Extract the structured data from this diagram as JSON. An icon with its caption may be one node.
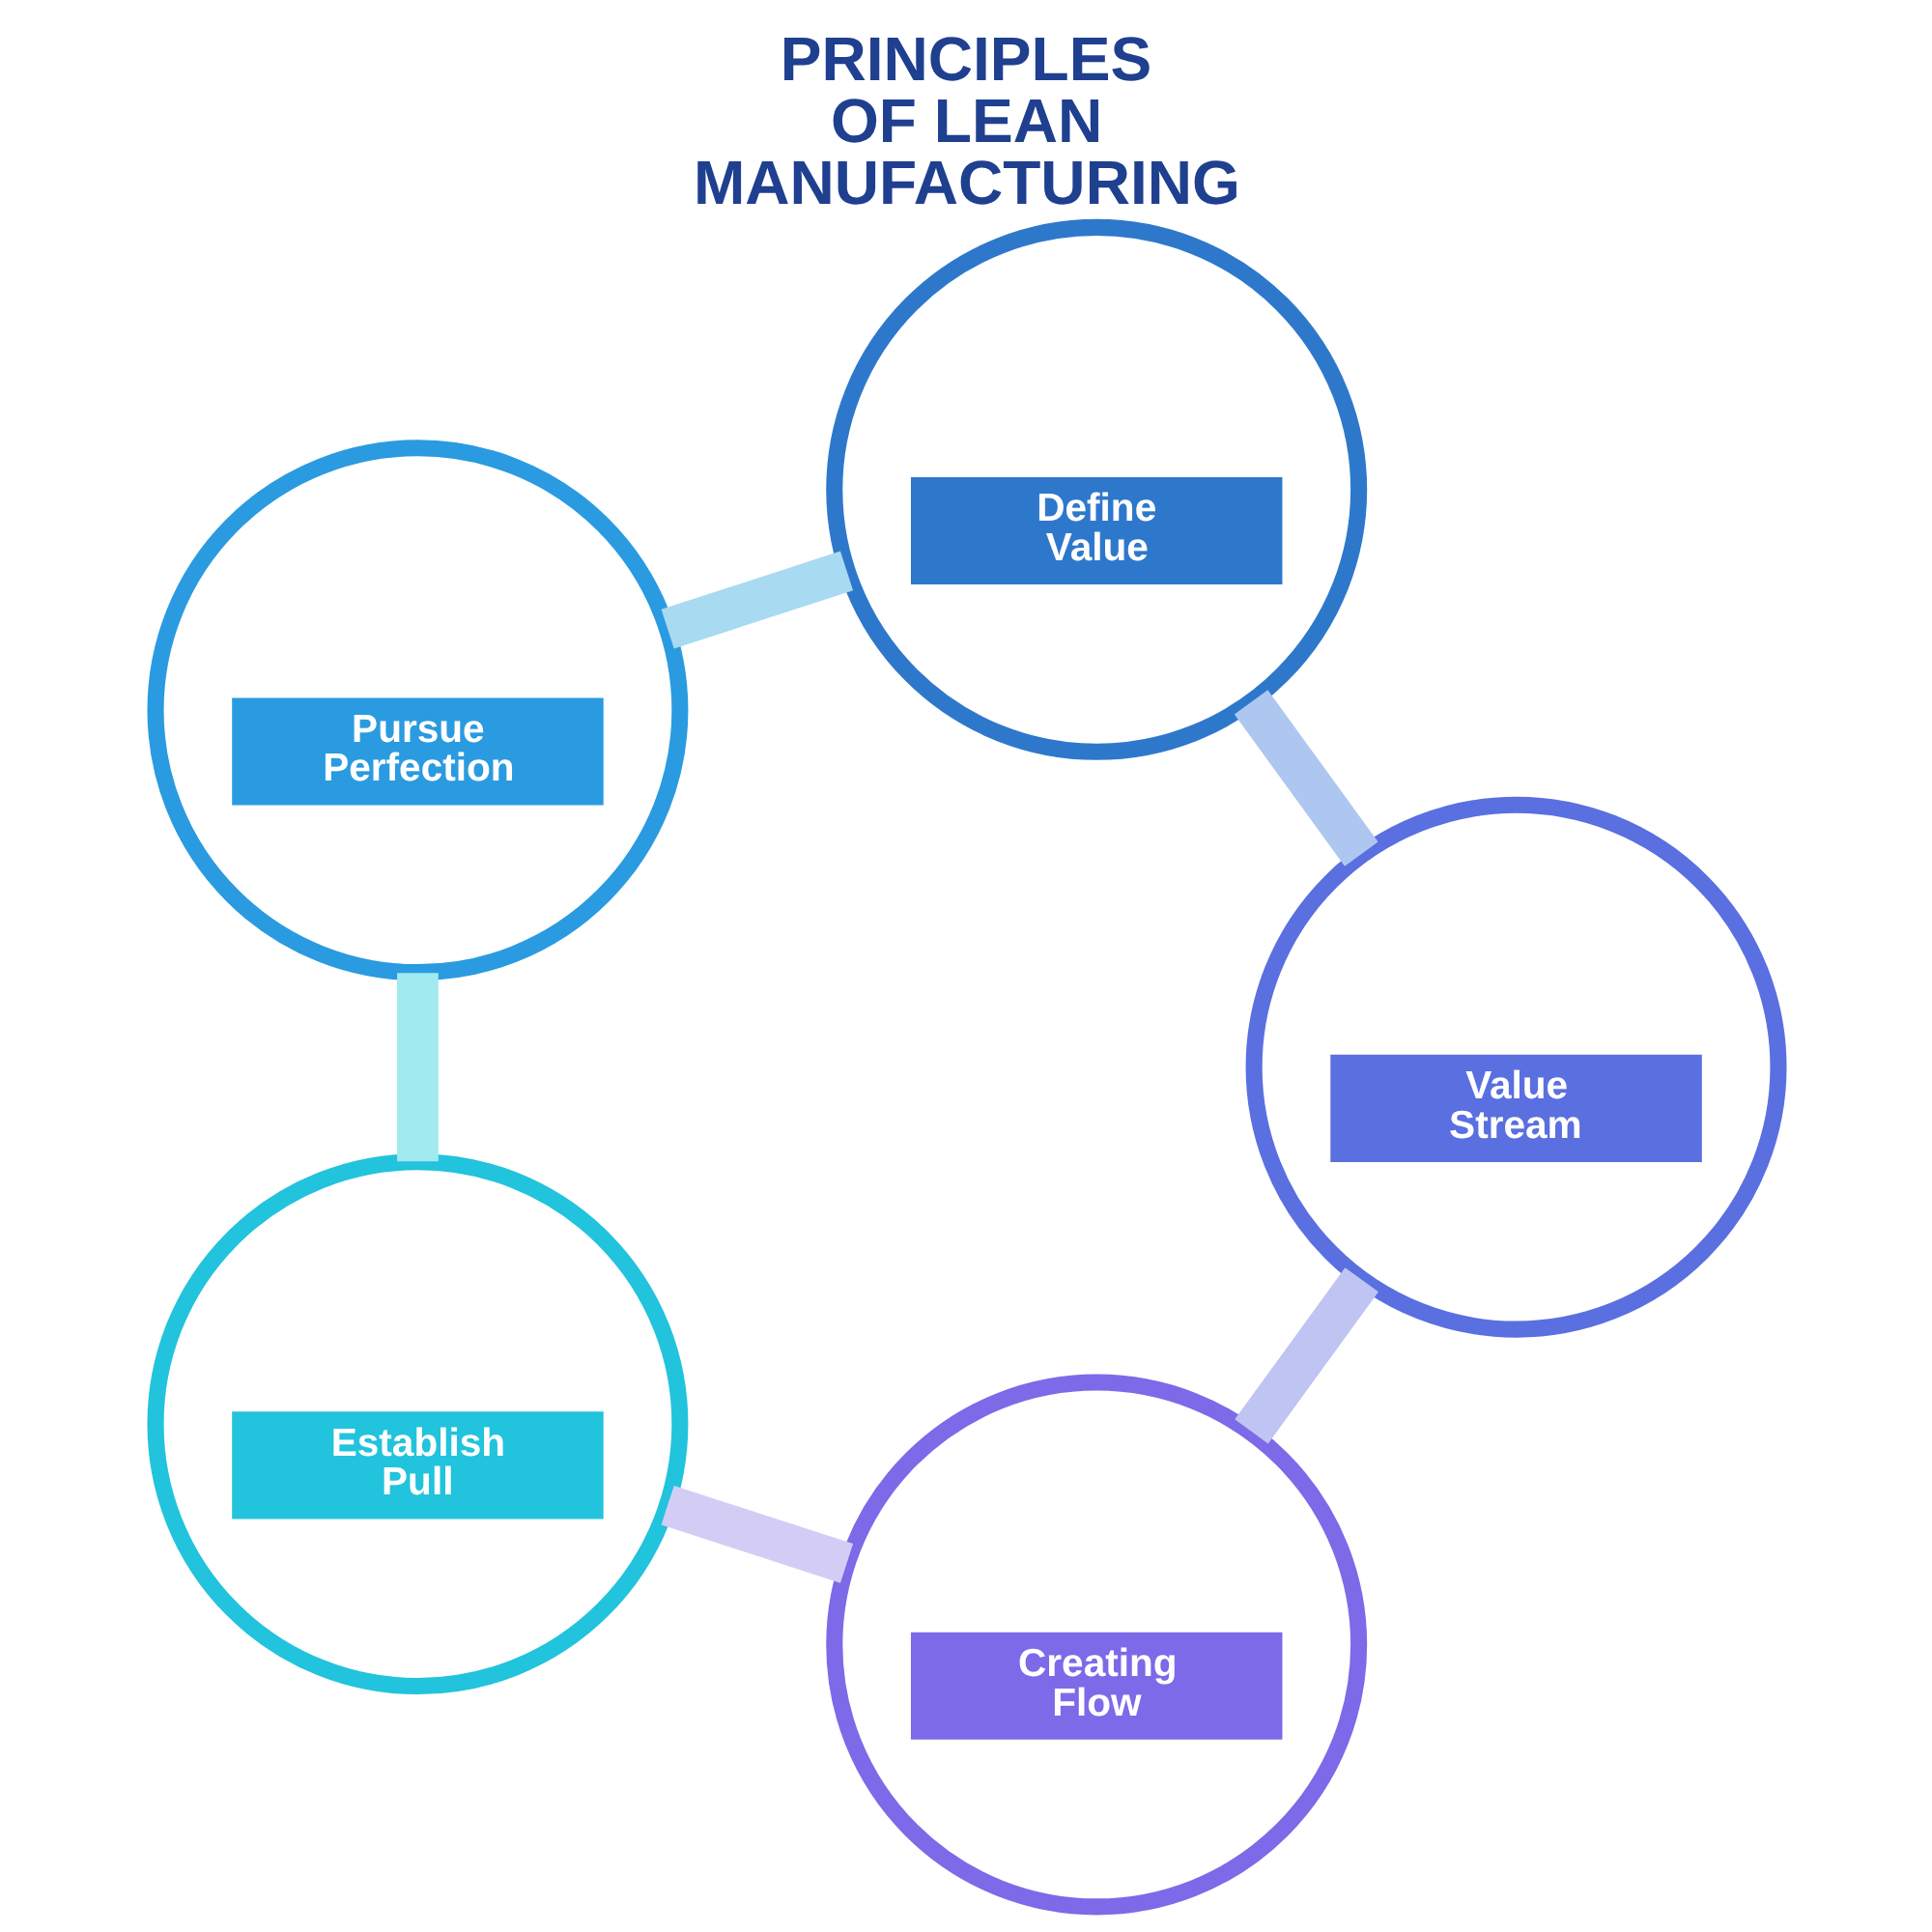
{
  "diagram": {
    "title": "PRINCIPLES OF LEAN MANUFACTURING",
    "nodes": [
      {
        "text": [
          "Define Value"
        ]
      },
      {
        "text": [
          "Value Stream"
        ]
      },
      {
        "text": [
          "Creating Flow"
        ]
      },
      {
        "text": [
          "Establish Pull"
        ]
      },
      {
        "text": [
          "Pursue Perfection"
        ]
      }
    ],
    "edges": [
      {
        "from": 0,
        "to": 1,
        "arrow": "none",
        "color": "#aec7f0"
      },
      {
        "from": 1,
        "to": 2,
        "arrow": "none",
        "color": "#c0c4f2"
      },
      {
        "from": 2,
        "to": 3,
        "arrow": "none",
        "color": "#d3cdf6"
      },
      {
        "from": 3,
        "to": 4,
        "arrow": "none",
        "color": "#a0eaf0"
      },
      {
        "from": 4,
        "to": 0,
        "arrow": "none",
        "color": "#a8daf2"
      }
    ]
  }
}
